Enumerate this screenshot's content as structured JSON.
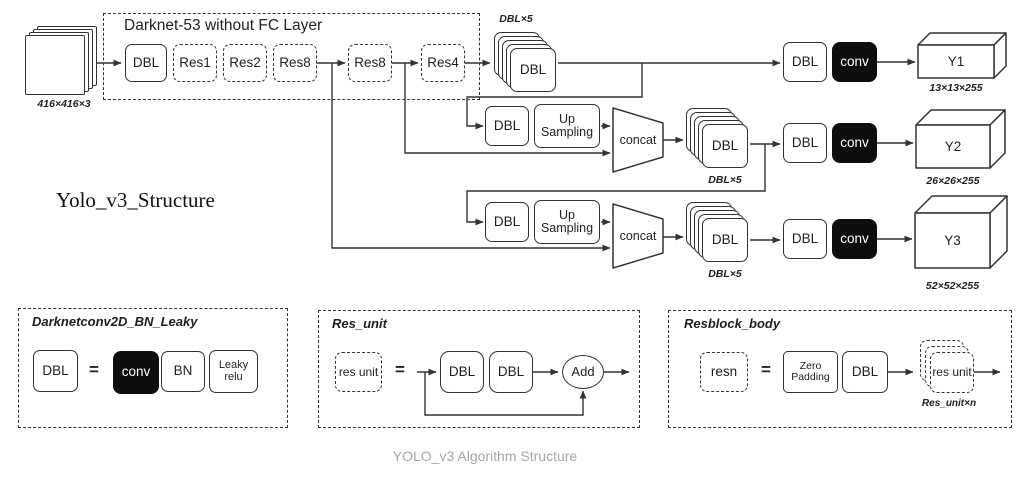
{
  "title": "Yolo_v3_Structure",
  "caption": "YOLO_v3 Algorithm Structure",
  "input": {
    "dims": "416×416×3"
  },
  "backbone": {
    "title": "Darknet-53 without FC Layer",
    "dbl": "DBL",
    "res1": "Res1",
    "res2": "Res2",
    "res8a": "Res8",
    "res8b": "Res8",
    "res4": "Res4"
  },
  "scale1": {
    "stack_label": "DBL×5",
    "stack": "DBL",
    "dbl": "DBL",
    "conv": "conv",
    "out": "Y1",
    "dims": "13×13×255"
  },
  "scale2": {
    "dbl_in": "DBL",
    "upsample": "Up Sampling",
    "concat": "concat",
    "stack": "DBL",
    "stack_label": "DBL×5",
    "dbl": "DBL",
    "conv": "conv",
    "out": "Y2",
    "dims": "26×26×255"
  },
  "scale3": {
    "dbl_in": "DBL",
    "upsample": "Up Sampling",
    "concat": "concat",
    "stack": "DBL",
    "stack_label": "DBL×5",
    "dbl": "DBL",
    "conv": "conv",
    "out": "Y3",
    "dims": "52×52×255"
  },
  "legend_dbl": {
    "title": "Darknetconv2D_BN_Leaky",
    "lhs": "DBL",
    "eq": "=",
    "conv": "conv",
    "bn": "BN",
    "leaky": "Leaky relu"
  },
  "legend_res_unit": {
    "title": "Res_unit",
    "lhs": "res unit",
    "eq": "=",
    "dbl1": "DBL",
    "dbl2": "DBL",
    "add": "Add"
  },
  "legend_resblock": {
    "title": "Resblock_body",
    "lhs": "resn",
    "eq": "=",
    "zero_pad": "Zero Padding",
    "dbl": "DBL",
    "res_unit": "res unit",
    "stack_label": "Res_unit×n"
  },
  "colors": {
    "stroke": "#333333",
    "conv_bg": "#0d0d0d",
    "conv_text": "#ffffff",
    "caption": "#a6a6a6"
  }
}
